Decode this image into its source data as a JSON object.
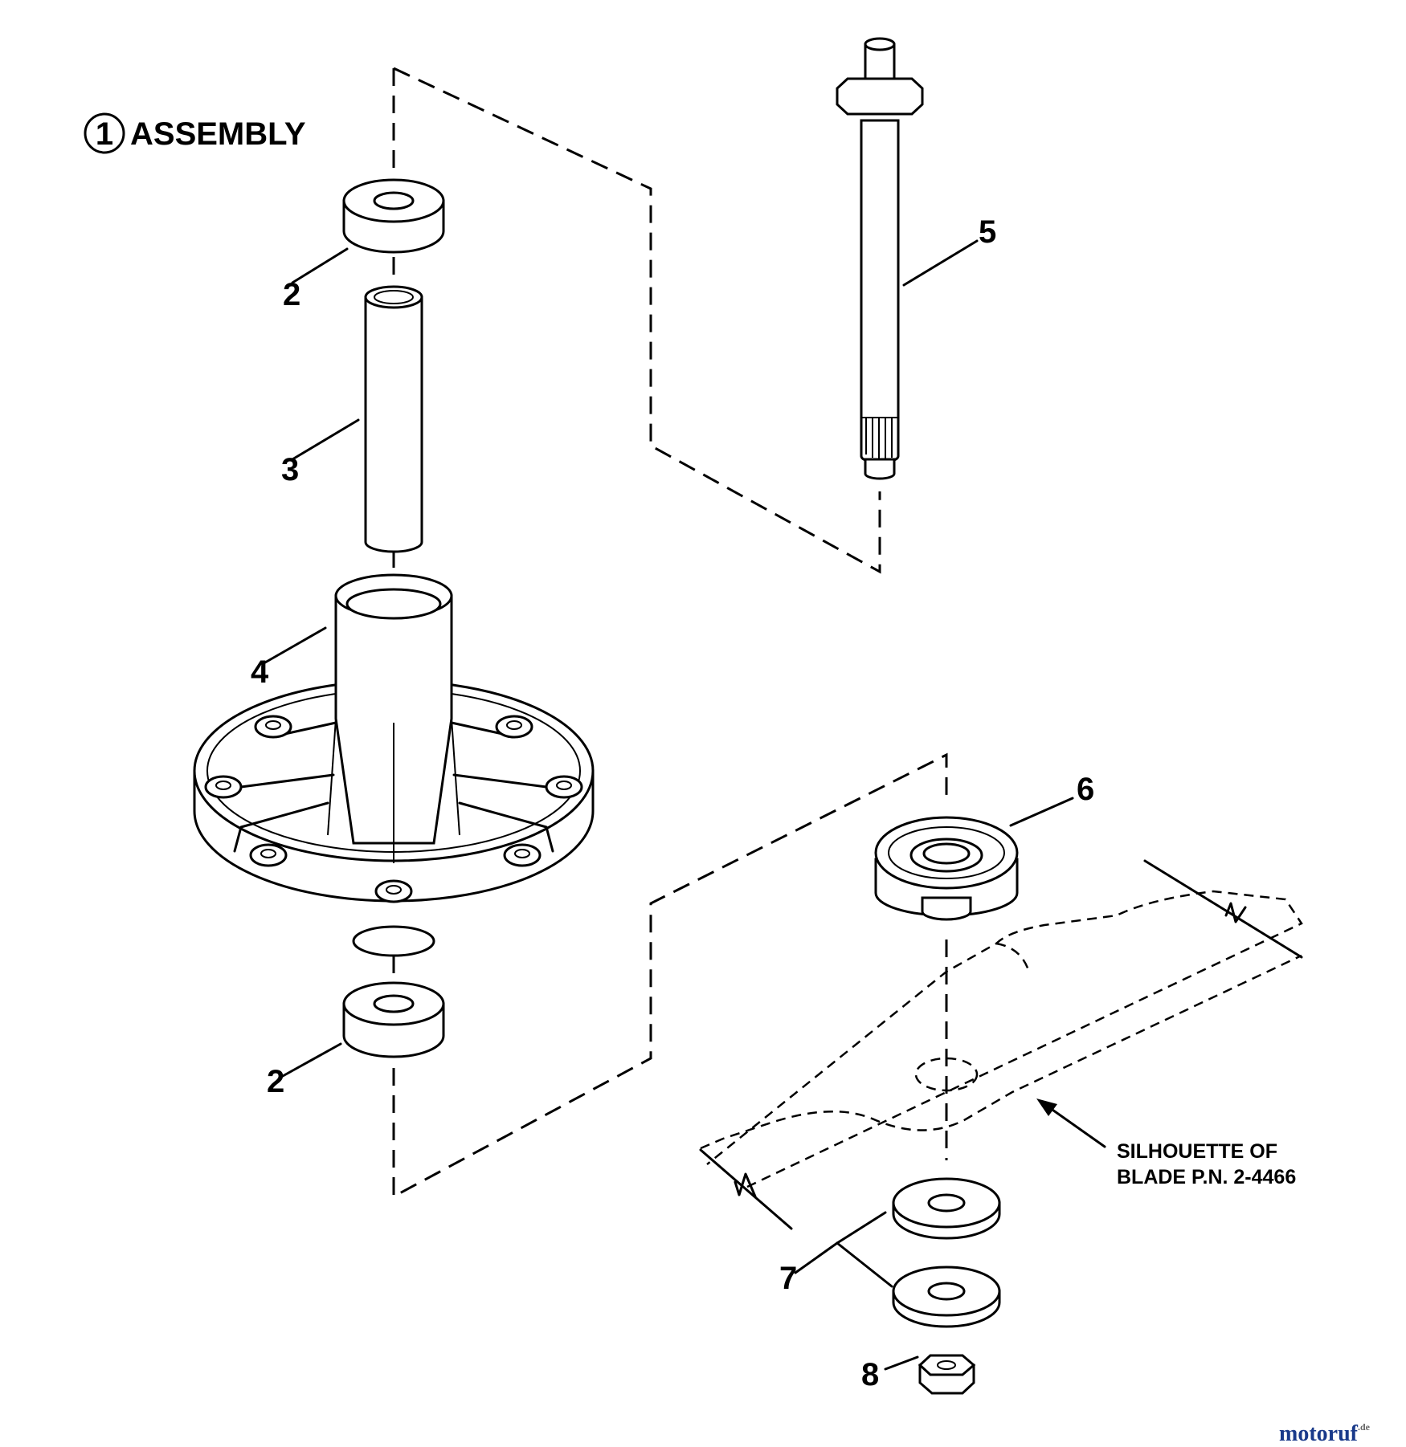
{
  "diagram": {
    "title_number": "1",
    "title_text": "ASSEMBLY",
    "callouts": {
      "bearing_top": "2",
      "spacer": "3",
      "housing": "4",
      "shaft": "5",
      "hub": "6",
      "washers": "7",
      "nut": "8",
      "bearing_bottom": "2"
    },
    "note_line1": "SILHOUETTE OF",
    "note_line2": "BLADE P.N. 2-4466"
  },
  "watermark": {
    "brand": "motoruf",
    "suffix": ".de"
  }
}
